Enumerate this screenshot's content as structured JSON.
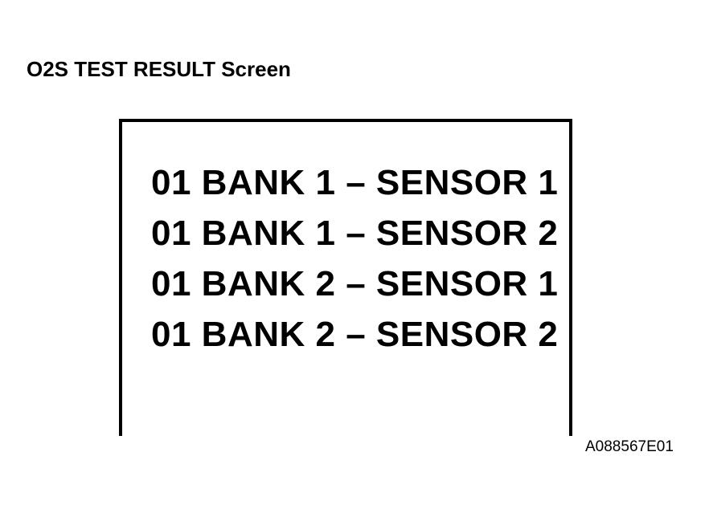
{
  "figure": {
    "title": "O2S TEST RESULT Screen",
    "reference_code": "A088567E01",
    "background_color": "#ffffff",
    "line_color": "#000000"
  },
  "screen": {
    "lines": [
      {
        "label": "01 BANK 1 – SENSOR 1"
      },
      {
        "label": "01 BANK 1 – SENSOR 2"
      },
      {
        "label": "01 BANK 2 – SENSOR 1"
      },
      {
        "label": "01 BANK 2 – SENSOR 2"
      }
    ]
  }
}
